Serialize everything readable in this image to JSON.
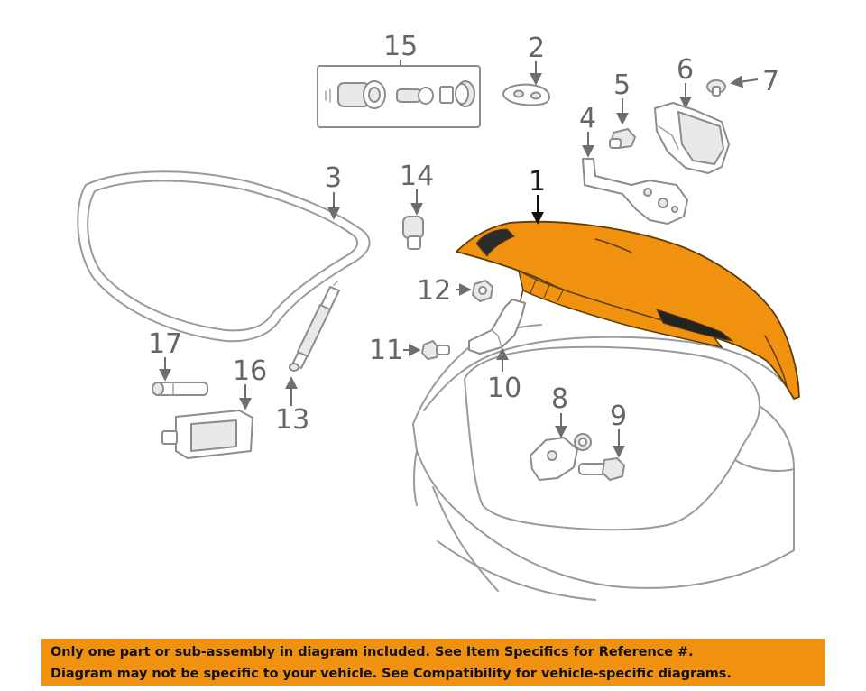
{
  "colors": {
    "highlight_fill": "#f0920f",
    "banner_background": "#f0920f",
    "line": "#9a9a9a",
    "label": "#666666"
  },
  "diagram": {
    "labels": {
      "part_1": "1",
      "part_2": "2",
      "part_3": "3",
      "part_4": "4",
      "part_5": "5",
      "part_6": "6",
      "part_7": "7",
      "part_8": "8",
      "part_9": "9",
      "part_10": "10",
      "part_11": "11",
      "part_12": "12",
      "part_13": "13",
      "part_14": "14",
      "part_15": "15",
      "part_16": "16",
      "part_17": "17"
    },
    "highlighted_part": "1"
  },
  "banner": {
    "line_1": "Only one part or sub-assembly in diagram included. See Item Specifics for Reference #.",
    "line_2": "Diagram may not be specific to your vehicle. See Compatibility for vehicle-specific diagrams."
  }
}
